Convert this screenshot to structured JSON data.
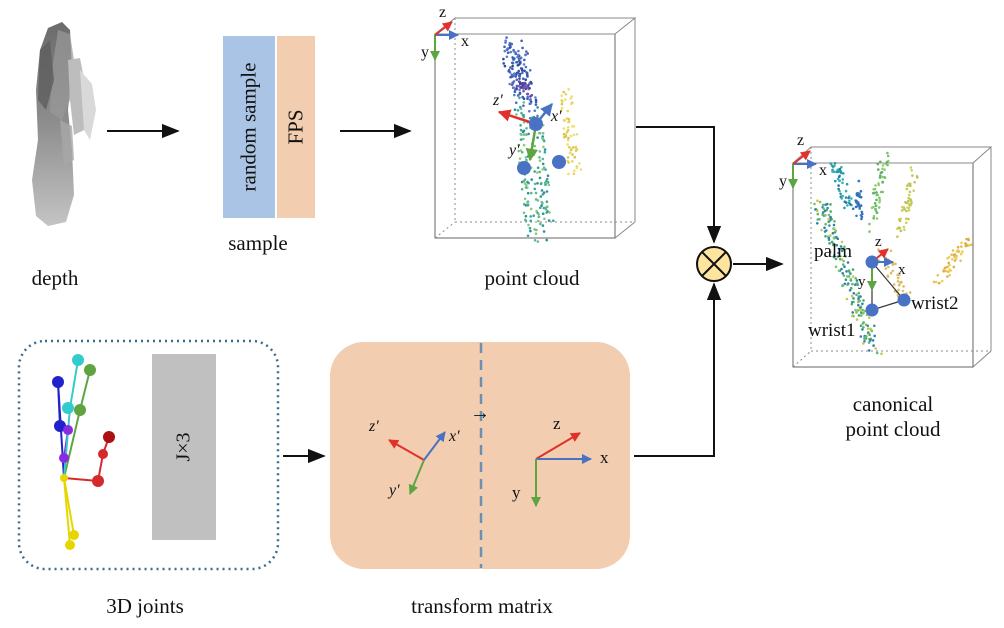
{
  "labels": {
    "depth": "depth",
    "sample": "sample",
    "point_cloud": "point cloud",
    "canonical_line1": "canonical",
    "canonical_line2": "point cloud",
    "joints": "3D joints",
    "transform": "transform matrix"
  },
  "sample_box": {
    "random": "random sample",
    "fps": "FPS"
  },
  "joints_box": "J×3",
  "axes": {
    "x": "x",
    "y": "y",
    "z": "z",
    "xp": "x′",
    "yp": "y′",
    "zp": "z′"
  },
  "canonical_points": {
    "palm": "palm",
    "wrist1": "wrist1",
    "wrist2": "wrist2"
  },
  "transform_arrow": "→",
  "operator": "⊗",
  "colors": {
    "random_sample": "#a9c4e4",
    "fps": "#f2cdb0",
    "transform_bg": "#f2cdb0",
    "joints_box": "#c0c0c0",
    "axis_x": "#4a72c4",
    "axis_y": "#5ea542",
    "axis_z": "#e0322a",
    "operator_fill": "#fde5a0",
    "keypoint": "#4a72c4"
  }
}
